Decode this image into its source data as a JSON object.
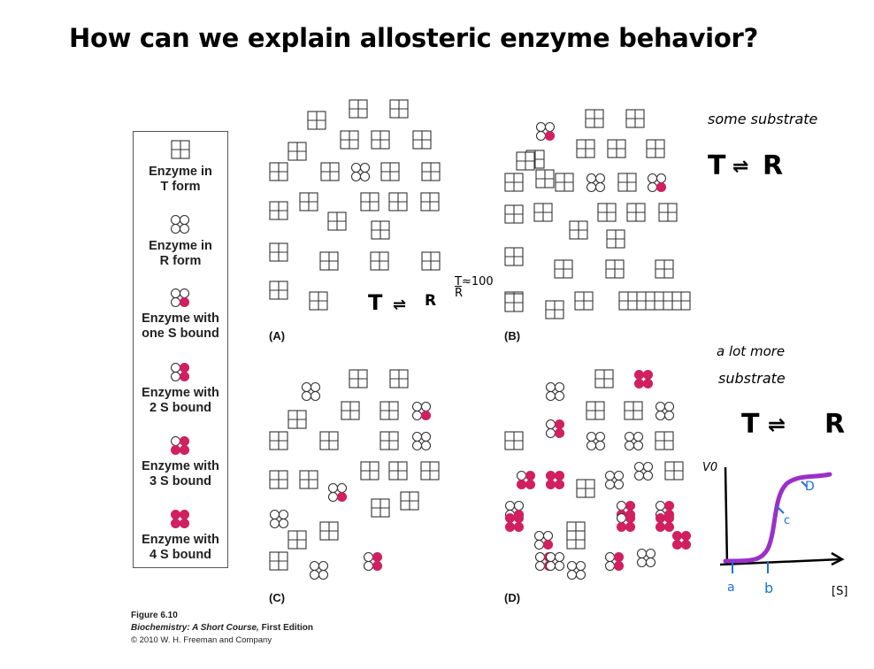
{
  "title": "How can we explain allosteric enzyme behavior?",
  "colors": {
    "substrate_fill": "#d0205f",
    "curve_purple": "#9b30c8",
    "annotation_blue": "#1f6fe0",
    "ink": "#000000"
  },
  "legend": [
    {
      "icon": "t-form-square-icon",
      "label": "Enzyme in\nT form",
      "bound": 0
    },
    {
      "icon": "r-form-circles-icon",
      "label": "Enzyme in\nR form",
      "bound": 0
    },
    {
      "icon": "r-form-one-s-icon",
      "label": "Enzyme with\none S bound",
      "bound": 1
    },
    {
      "icon": "r-form-two-s-icon",
      "label": "Enzyme with\n2 S bound",
      "bound": 2
    },
    {
      "icon": "r-form-three-s-icon",
      "label": "Enzyme with\n3 S bound",
      "bound": 3
    },
    {
      "icon": "r-form-four-s-icon",
      "label": "Enzyme with\n4 S bound",
      "bound": 4
    }
  ],
  "panels": [
    {
      "letter": "(A)",
      "enzymes": "T T T T T T T T R0 T T T T T T T T T T T T T T T T T T T T T"
    },
    {
      "letter": "(B)",
      "enzymes": "R1 T T T T T T T R0 T R1 T T T T T T T T T T T T T T T T T"
    },
    {
      "letter": "(C)",
      "enzymes": "R0 T T T T R1 T T T T R0 T T T T T R1 T T R0 T T R2 T R0"
    },
    {
      "letter": "(D)",
      "enzymes": "R0 T R4 T T R2 R0 T R0 R0 T R3 R4 T R0 R0 T R3 R2 R1 R1 T R2 R0 R4 R4 R3 R0 T R2 R4 R0"
    }
  ],
  "caption": {
    "figure": "Figure 6.10",
    "book_title": "Biochemistry: A Short Course,",
    "book_edition": "First Edition",
    "copyright": "© 2010 W. H. Freeman and Company"
  },
  "annotations": {
    "some_substrate": "some substrate",
    "a_lot_more_line1": "a lot more",
    "a_lot_more_line2": "substrate",
    "t": "T",
    "r": "R",
    "eq_arrow": "⇌",
    "ratio_num": "T",
    "ratio_den": "R",
    "ratio_val": "≈100"
  },
  "graph": {
    "y_label": "V0",
    "x_label": "[S]",
    "points": [
      "a",
      "b",
      "c",
      "D"
    ]
  }
}
